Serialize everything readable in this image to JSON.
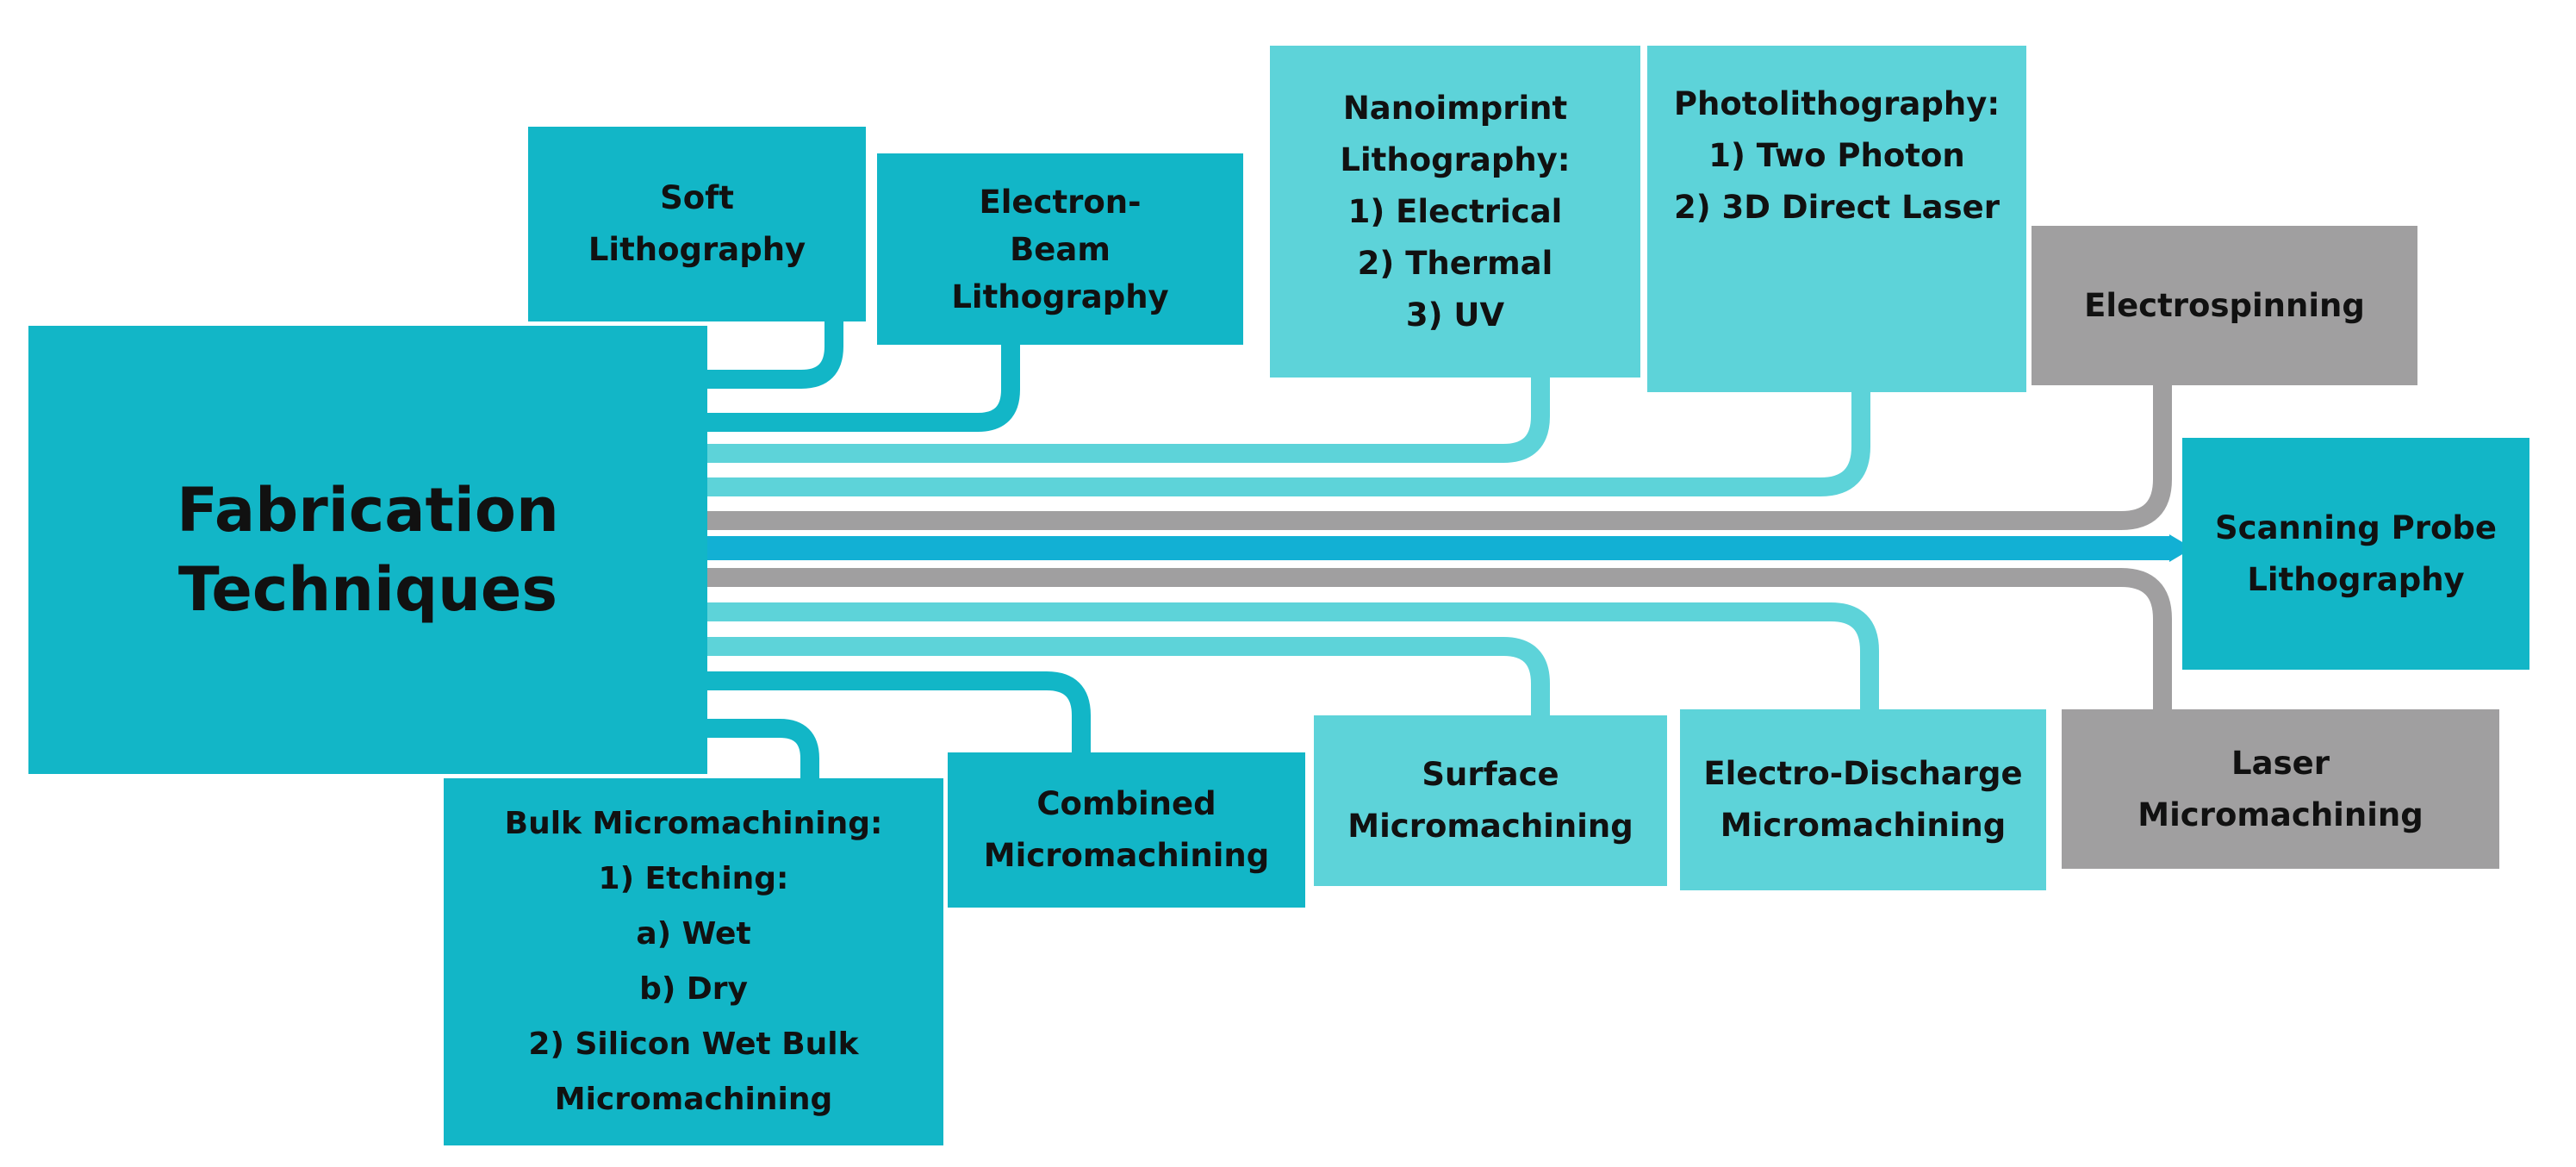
{
  "colors": {
    "dark": "#12b6c7",
    "light": "#5dd3d9",
    "gray": "#a09fa0",
    "arrow": "#12b0d4"
  },
  "diagram": {
    "center": "Fabrication\nTechniques",
    "nodes": {
      "soft_lithography": "Soft\nLithography",
      "electron_beam_lithography": "Electron-\nBeam\nLithography",
      "nanoimprint_lithography": "Nanoimprint\nLithography:\n1) Electrical\n2) Thermal\n3) UV",
      "photolithography": "Photolithography:\n1) Two Photon\n2) 3D Direct Laser",
      "electrospinning": "Electrospinning",
      "scanning_probe_lithography": "Scanning Probe\nLithography",
      "laser_micromachining": "Laser\nMicromachining",
      "electro_discharge_micromachining": "Electro-Discharge\nMicromachining",
      "surface_micromachining": "Surface\nMicromachining",
      "combined_micromachining": "Combined\nMicromachining",
      "bulk_micromachining": "Bulk Micromachining:\n1) Etching:\na) Wet\nb) Dry\n2) Silicon Wet Bulk\nMicromachining"
    }
  }
}
